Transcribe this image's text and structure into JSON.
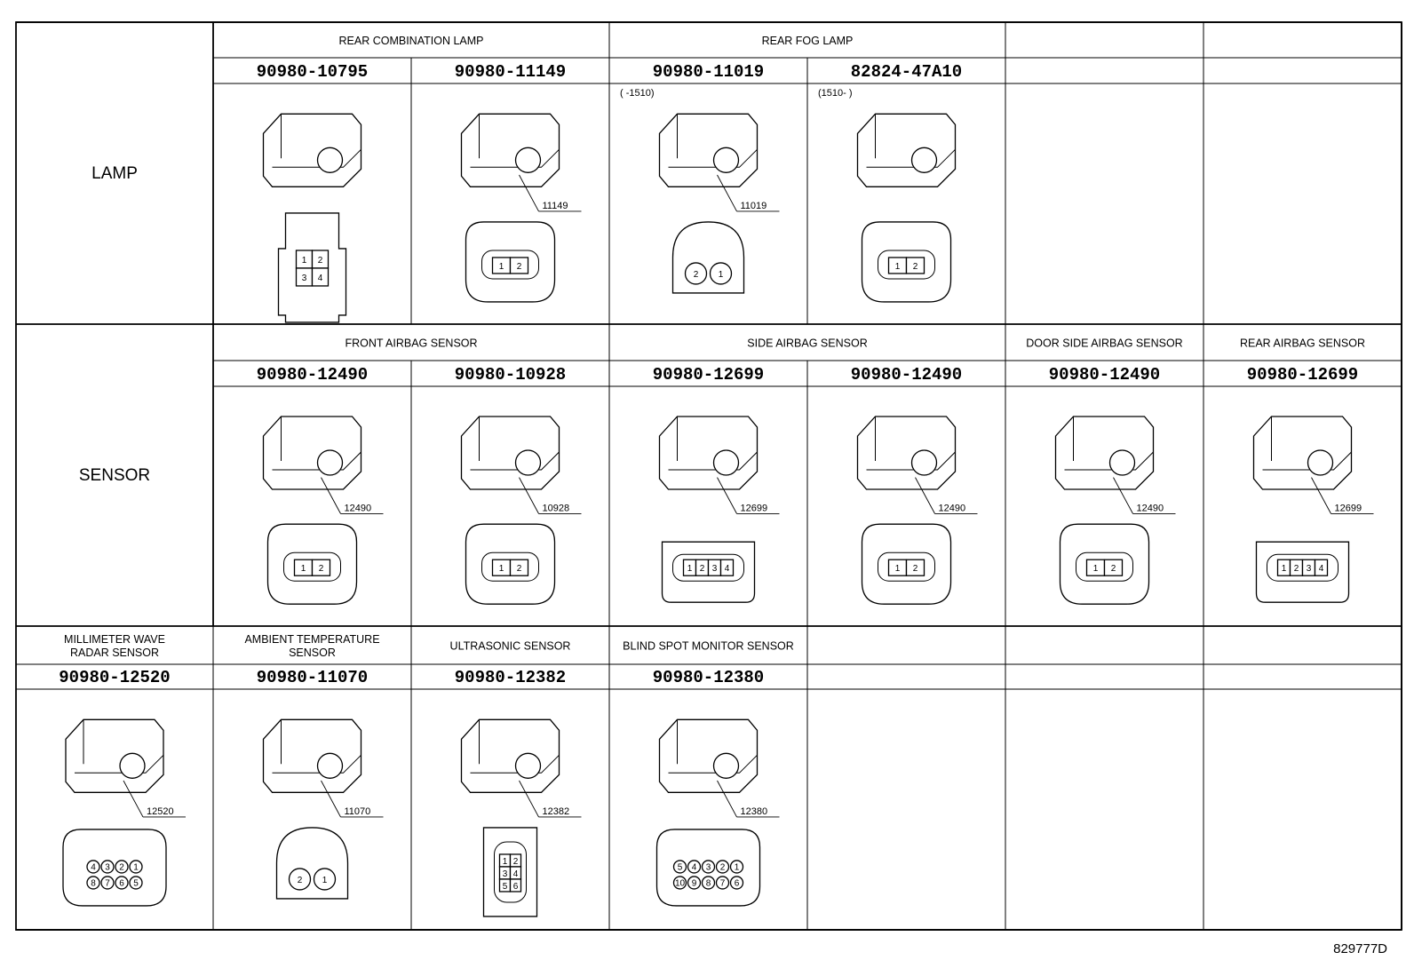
{
  "diagram_code": "829777D",
  "rows": [
    {
      "category": "LAMP",
      "cells": [
        {
          "header": "REAR COMBINATION LAMP",
          "span": 2
        },
        {
          "header": "REAR FOG LAMP",
          "span": 2
        },
        {
          "header": "",
          "span": 1
        },
        {
          "header": "",
          "span": 1
        }
      ],
      "parts": [
        {
          "number": "90980-10795",
          "callout": "",
          "note": "",
          "pins": [
            "1",
            "2",
            "3",
            "4"
          ],
          "face": "square4"
        },
        {
          "number": "90980-11149",
          "callout": "11149",
          "note": "",
          "pins": [
            "1",
            "2"
          ],
          "face": "oval2"
        },
        {
          "number": "90980-11019",
          "callout": "11019",
          "note": "(      -1510)",
          "pins": [
            "2",
            "1"
          ],
          "face": "round2"
        },
        {
          "number": "82824-47A10",
          "callout": "",
          "note": "(1510-      )",
          "pins": [
            "1",
            "2"
          ],
          "face": "rect2"
        },
        {
          "number": "",
          "callout": "",
          "note": "",
          "pins": [],
          "face": "none"
        },
        {
          "number": "",
          "callout": "",
          "note": "",
          "pins": [],
          "face": "none"
        }
      ]
    },
    {
      "category": "SENSOR",
      "cells": [
        {
          "header": "FRONT AIRBAG SENSOR",
          "span": 2
        },
        {
          "header": "SIDE AIRBAG SENSOR",
          "span": 2
        },
        {
          "header": "DOOR SIDE AIRBAG SENSOR",
          "span": 1
        },
        {
          "header": "REAR AIRBAG SENSOR",
          "span": 1
        }
      ],
      "parts": [
        {
          "number": "90980-12490",
          "callout": "12490",
          "note": "",
          "pins": [
            "1",
            "2"
          ],
          "face": "airbag2"
        },
        {
          "number": "90980-10928",
          "callout": "10928",
          "note": "",
          "pins": [
            "1",
            "2"
          ],
          "face": "oval2b"
        },
        {
          "number": "90980-12699",
          "callout": "12699",
          "note": "",
          "pins": [
            "1",
            "2",
            "3",
            "4"
          ],
          "face": "wide4"
        },
        {
          "number": "90980-12490",
          "callout": "12490",
          "note": "",
          "pins": [
            "1",
            "2"
          ],
          "face": "airbag2"
        },
        {
          "number": "90980-12490",
          "callout": "12490",
          "note": "",
          "pins": [
            "1",
            "2"
          ],
          "face": "airbag2"
        },
        {
          "number": "90980-12699",
          "callout": "12699",
          "note": "",
          "pins": [
            "1",
            "2",
            "3",
            "4"
          ],
          "face": "wide4"
        }
      ]
    },
    {
      "category": "",
      "cells": [
        {
          "header": "MILLIMETER WAVE\nRADAR SENSOR",
          "span": 1
        },
        {
          "header": "AMBIENT TEMPERATURE\nSENSOR",
          "span": 1
        },
        {
          "header": "ULTRASONIC SENSOR",
          "span": 1
        },
        {
          "header": "BLIND SPOT MONITOR SENSOR",
          "span": 1
        },
        {
          "header": "",
          "span": 1
        },
        {
          "header": "",
          "span": 1
        },
        {
          "header": "",
          "span": 1
        }
      ],
      "parts": [
        {
          "number": "90980-12520",
          "callout": "12520",
          "note": "",
          "pins": [
            "4",
            "3",
            "2",
            "1",
            "8",
            "7",
            "6",
            "5"
          ],
          "face": "multi8"
        },
        {
          "number": "90980-11070",
          "callout": "11070",
          "note": "",
          "pins": [
            "2",
            "1"
          ],
          "face": "round2b"
        },
        {
          "number": "90980-12382",
          "callout": "12382",
          "note": "",
          "pins": [
            "1",
            "2",
            "3",
            "4",
            "5",
            "6"
          ],
          "face": "tall6"
        },
        {
          "number": "90980-12380",
          "callout": "12380",
          "note": "",
          "pins": [
            "5",
            "4",
            "3",
            "2",
            "1",
            "10",
            "9",
            "8",
            "7",
            "6"
          ],
          "face": "multi10"
        },
        {
          "number": "",
          "callout": "",
          "note": "",
          "pins": [],
          "face": "none"
        },
        {
          "number": "",
          "callout": "",
          "note": "",
          "pins": [],
          "face": "none"
        },
        {
          "number": "",
          "callout": "",
          "note": "",
          "pins": [],
          "face": "none"
        }
      ]
    }
  ]
}
